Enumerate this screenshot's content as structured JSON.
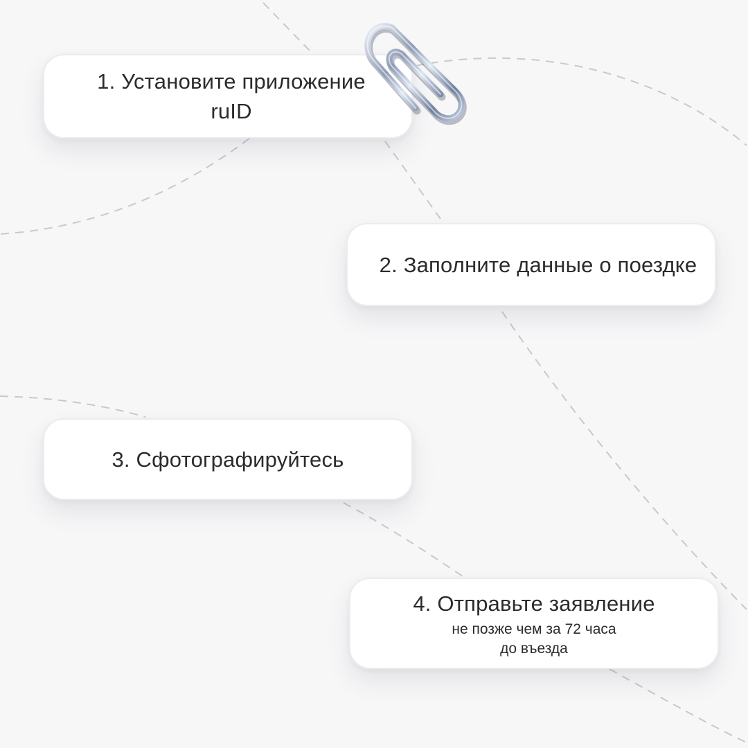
{
  "steps": [
    {
      "title": "1. Установите приложение ruID"
    },
    {
      "title": "2. Заполните данные о поездке"
    },
    {
      "title": "3. Сфотографируйтесь"
    },
    {
      "title": "4. Отправьте заявление",
      "note_line1": "не позже чем за 72 часа",
      "note_line2": "до въезда"
    }
  ],
  "decor": {
    "icon": "paperclip-icon",
    "line_color": "#c9c9cd",
    "card_background": "#ffffff",
    "page_background": "#f7f7f8"
  }
}
